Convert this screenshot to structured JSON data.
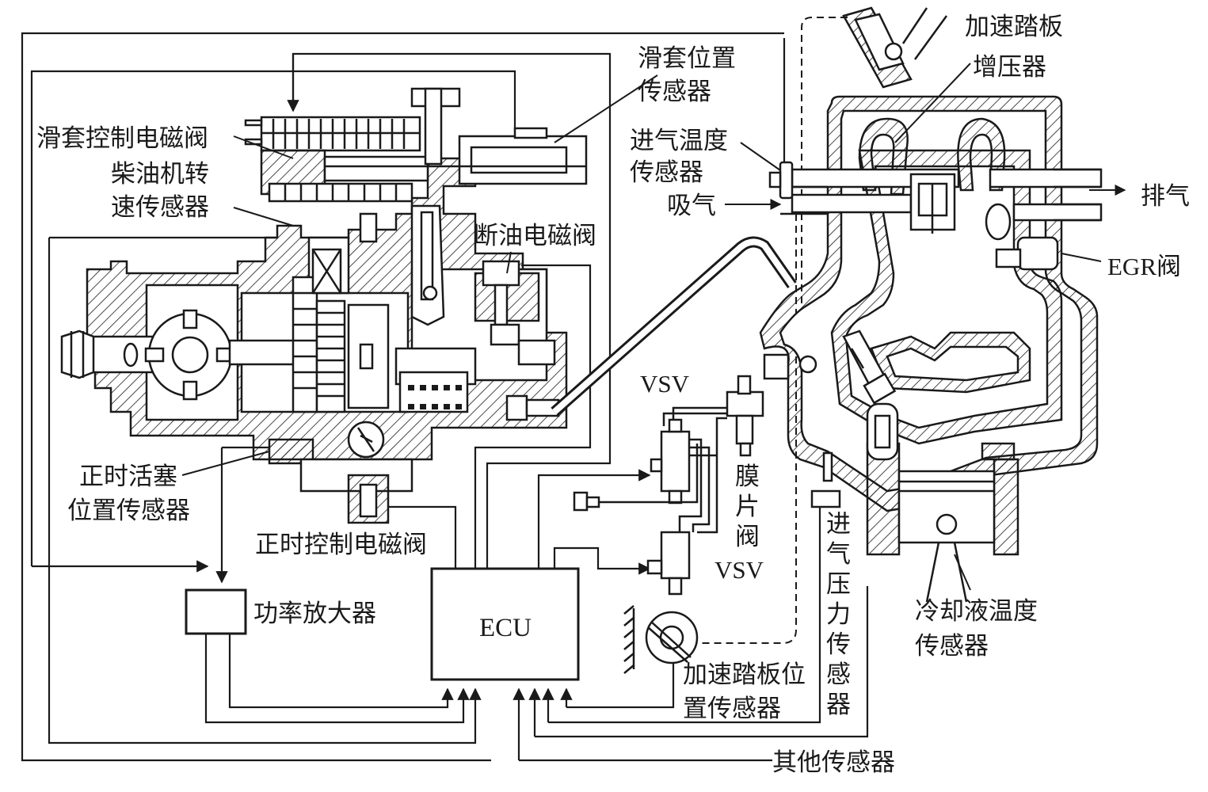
{
  "diagram": {
    "labels": {
      "accelerator_pedal": "加速踏板",
      "turbocharger": "增压器",
      "exhaust": "排气",
      "egr_valve": "EGR阀",
      "intake": "吸气",
      "intake_temp_sensor_line1": "进气温度",
      "intake_temp_sensor_line2": "传感器",
      "sleeve_position_sensor_line1": "滑套位置",
      "sleeve_position_sensor_line2": "传感器",
      "sleeve_control_solenoid": "滑套控制电磁阀",
      "engine_speed_sensor_line1": "柴油机转",
      "engine_speed_sensor_line2": "速传感器",
      "fuel_cut_solenoid": "断油电磁阀",
      "vsv_top": "VSV",
      "vsv_bottom": "VSV",
      "diaphragm_valve": [
        "膜",
        "片",
        "阀"
      ],
      "timing_piston_sensor_line1": "正时活塞",
      "timing_piston_sensor_line2": "位置传感器",
      "timing_control_solenoid": "正时控制电磁阀",
      "power_amplifier": "功率放大器",
      "ecu": "ECU",
      "pedal_position_sensor_line1": "加速踏板位",
      "pedal_position_sensor_line2": "置传感器",
      "intake_pressure_sensor": [
        "进",
        "气",
        "压",
        "力",
        "传",
        "感",
        "器"
      ],
      "coolant_temp_sensor_line1": "冷却液温度",
      "coolant_temp_sensor_line2": "传感器",
      "other_sensors": "其他传感器"
    }
  }
}
